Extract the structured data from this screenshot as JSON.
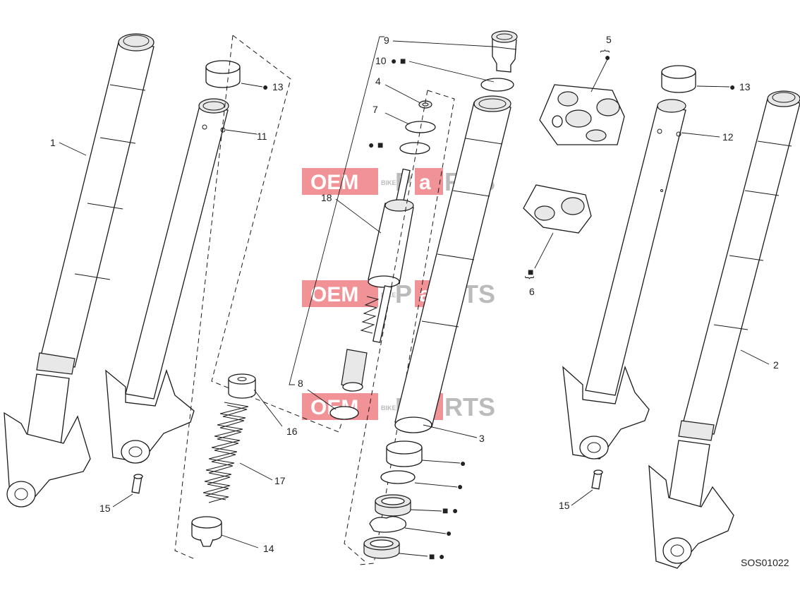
{
  "diagram_code": "SOS01022",
  "watermark": {
    "left": "OEM",
    "middle": "BIKE",
    "right_a": "P",
    "right_b": "a",
    "right_c": "RTS",
    "color": "#e5393f"
  },
  "parts": {
    "p1": "1",
    "p2": "2",
    "p3": "3",
    "p4": "4",
    "p5": "5",
    "p6": "6",
    "p7": "7",
    "p8": "8",
    "p9": "9",
    "p10": "10",
    "p11": "11",
    "p12": "12",
    "p13a": "13",
    "p13b": "13",
    "p14": "14",
    "p15a": "15",
    "p15b": "15",
    "p16": "16",
    "p17": "17",
    "p18": "18"
  },
  "symbols": {
    "dot": "●",
    "square": "■",
    "brace_open": "{",
    "brace_close": "}"
  }
}
